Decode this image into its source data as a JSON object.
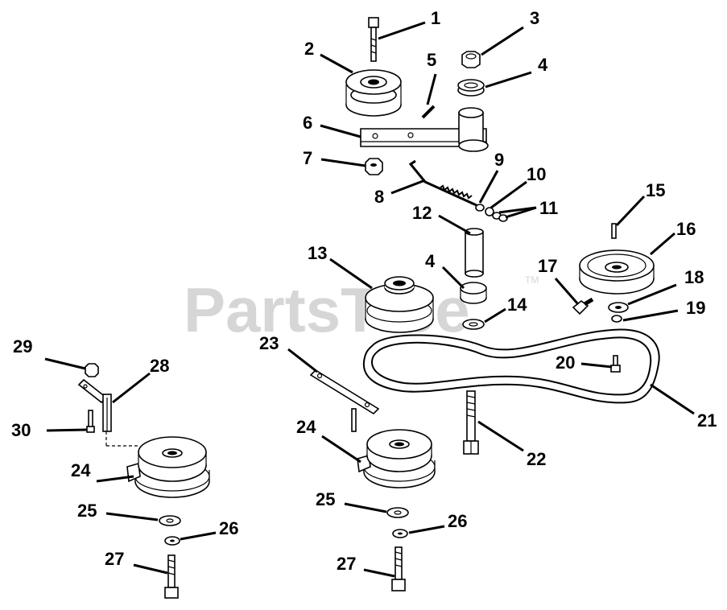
{
  "watermark": {
    "text": "PartsTree",
    "trademark": "TM"
  },
  "callouts": {
    "c1": "1",
    "c2": "2",
    "c3": "3",
    "c4a": "4",
    "c4b": "4",
    "c5": "5",
    "c6": "6",
    "c7": "7",
    "c8": "8",
    "c9": "9",
    "c10": "10",
    "c11": "11",
    "c12": "12",
    "c13": "13",
    "c14": "14",
    "c15": "15",
    "c16": "16",
    "c17": "17",
    "c18": "18",
    "c19": "19",
    "c20": "20",
    "c21": "21",
    "c22": "22",
    "c23": "23",
    "c24a": "24",
    "c24b": "24",
    "c25a": "25",
    "c25b": "25",
    "c26a": "26",
    "c26b": "26",
    "c27a": "27",
    "c27b": "27",
    "c28": "28",
    "c29": "29",
    "c30": "30"
  }
}
